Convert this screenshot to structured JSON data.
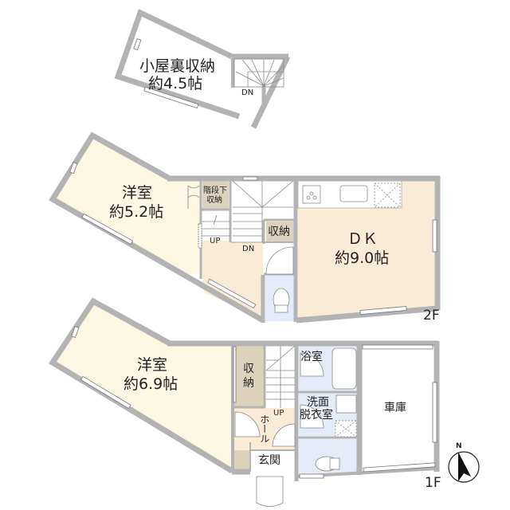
{
  "colors": {
    "wall": "#b3b3b3",
    "room_yellow": "#fbf7e3",
    "room_beige": "#f9ecd6",
    "storage": "#ddd3bd",
    "wet_area": "#e4ebf6",
    "garage": "#ffffff",
    "text": "#222222"
  },
  "attic": {
    "room_name": "小屋裏収納",
    "room_size": "約4.5帖",
    "stair_label": "DN"
  },
  "floor2": {
    "floor_label": "2F",
    "western_room": {
      "name": "洋室",
      "size": "約5.2帖"
    },
    "under_stair_storage": {
      "line1": "階段下",
      "line2": "収納"
    },
    "storage": "収納",
    "stair_up": "UP",
    "stair_down": "DN",
    "dk": {
      "name": "ＤＫ",
      "size": "約9.0帖"
    }
  },
  "floor1": {
    "floor_label": "1F",
    "western_room": {
      "name": "洋室",
      "size": "約6.9帖"
    },
    "storage": {
      "line1": "収",
      "line2": "納"
    },
    "stair_up": "UP",
    "hall": "ホール",
    "entrance": "玄関",
    "bathroom": "浴室",
    "washroom": {
      "line1": "洗面",
      "line2": "脱衣室"
    },
    "garage": "車庫"
  },
  "compass": {
    "label": "N",
    "icon": "north-arrow-icon"
  }
}
